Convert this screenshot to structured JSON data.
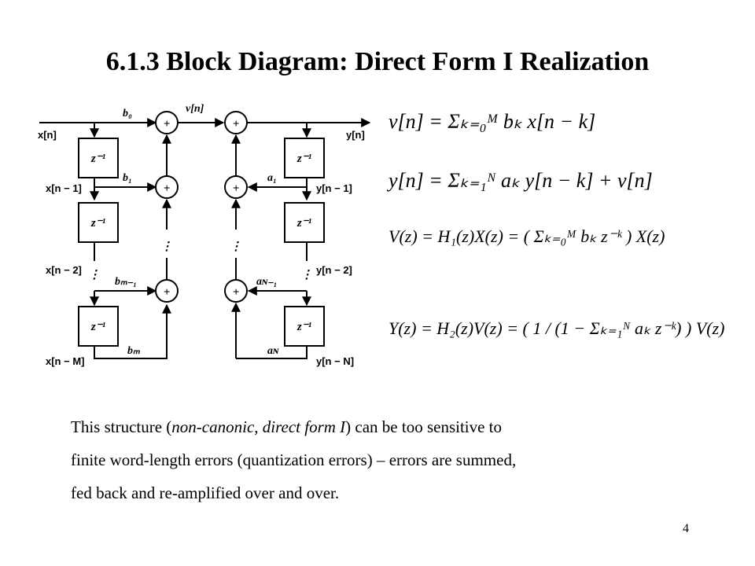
{
  "slide": {
    "title": "6.1.3 Block Diagram: Direct Form I Realization",
    "page_number": "4"
  },
  "diagram": {
    "delay": "z⁻¹",
    "adder": "+",
    "ellipsis": "⋮",
    "inputs": [
      "x[n]",
      "x[n − 1]",
      "x[n − 2]",
      "x[n − M]"
    ],
    "outputs": [
      "y[n]",
      "y[n − 1]",
      "y[n − 2]",
      "y[n − N]"
    ],
    "mid_signal": "v[n]",
    "b_coeffs": [
      "b₀",
      "b₁",
      "bₘ₋₁",
      "bₘ"
    ],
    "a_coeffs": [
      "a₁",
      "aɴ₋₁",
      "aɴ"
    ]
  },
  "equations": [
    "v[n] = Σₖ₌₀ᴹ bₖ x[n − k]",
    "y[n] = Σₖ₌₁ᴺ aₖ y[n − k] + v[n]",
    "V(z) = H₁(z)X(z) = ( Σₖ₌₀ᴹ bₖ z⁻ᵏ ) X(z)",
    "Y(z) = H₂(z)V(z) = ( 1 / (1 − Σₖ₌₁ᴺ aₖ z⁻ᵏ) ) V(z)"
  ],
  "body": {
    "part1": "This structure (",
    "italic1": "non-canonic",
    "part2": ", ",
    "italic2": "direct form I",
    "part3": ") can be too sensitive to",
    "line2": "finite word-length errors (quantization errors) – errors are summed,",
    "line3": "fed back and re-amplified over and over."
  }
}
